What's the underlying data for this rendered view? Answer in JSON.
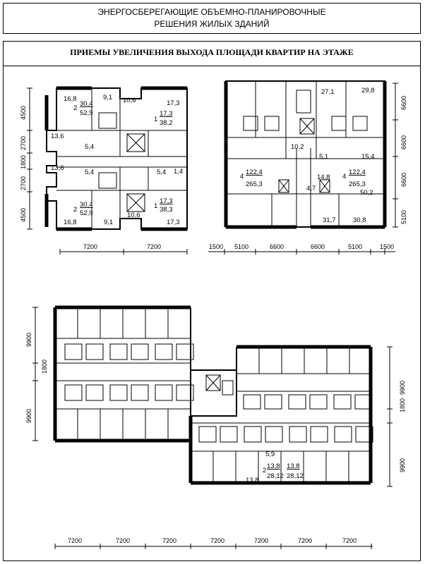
{
  "header": {
    "line1": "ЭНЕРГОСБЕРЕГАЮЩИЕ ОБЪЕМНО-ПЛАНИРОВОЧНЫЕ",
    "line2": "РЕШЕНИЯ ЖИЛЫХ ЗДАНИЙ"
  },
  "subtitle": "ПРИЕМЫ УВЕЛИЧЕНИЯ ВЫХОДА ПЛОЩАДИ КВАРТИР НА ЭТАЖЕ",
  "plan1": {
    "dims_vertical": [
      "4500",
      "2700",
      "1800",
      "2700",
      "4500"
    ],
    "dims_horizontal": [
      "7200",
      "7200"
    ],
    "labels": {
      "a1": "16,8",
      "a2": "2",
      "a3": "30,4",
      "a4": "52,9",
      "a5": "9,1",
      "b1": "10,6",
      "b2": "17,3",
      "b3": "1",
      "b4": "17,3",
      "b5": "38,2",
      "c1": "13,6",
      "c2": "5,4",
      "d1": "13,6",
      "d2": "5,4",
      "d3": "5,4",
      "d4": "1,4",
      "e1": "2",
      "e2": "30,4",
      "e3": "52,9",
      "f1": "1",
      "f2": "17,3",
      "f3": "38,3",
      "g1": "16,8",
      "g2": "9,1",
      "g3": "10,6",
      "g4": "17,3"
    }
  },
  "plan2": {
    "dims_vertical": [
      "6600",
      "6600",
      "6600",
      "5100"
    ],
    "dims_horizontal": [
      "1500",
      "5100",
      "6600",
      "6600",
      "5100",
      "1500"
    ],
    "labels": {
      "a1": "27,1",
      "a2": "29,8",
      "b1": "10,2",
      "b2": "5,1",
      "b3": "15,4",
      "c1": "4",
      "c2": "122,4",
      "c3": "265,3",
      "d1": "14,8",
      "d2": "4,7",
      "e1": "4",
      "e2": "122,4",
      "e3": "265,3",
      "e4": "50,2",
      "f1": "31,7",
      "f2": "30,8"
    }
  },
  "plan3": {
    "dims_left": [
      "9900",
      "1800",
      "9900"
    ],
    "dims_right": [
      "9900",
      "1800",
      "9900"
    ],
    "dims_horizontal": [
      "7200",
      "7200",
      "7200",
      "7200",
      "7200",
      "7200",
      "7200"
    ],
    "labels": {
      "a1": "5,9",
      "a2": "2",
      "a3": "13,8",
      "a4": "28,12",
      "a5": "13,8",
      "a6": "28,12",
      "a7": "13,8"
    }
  }
}
